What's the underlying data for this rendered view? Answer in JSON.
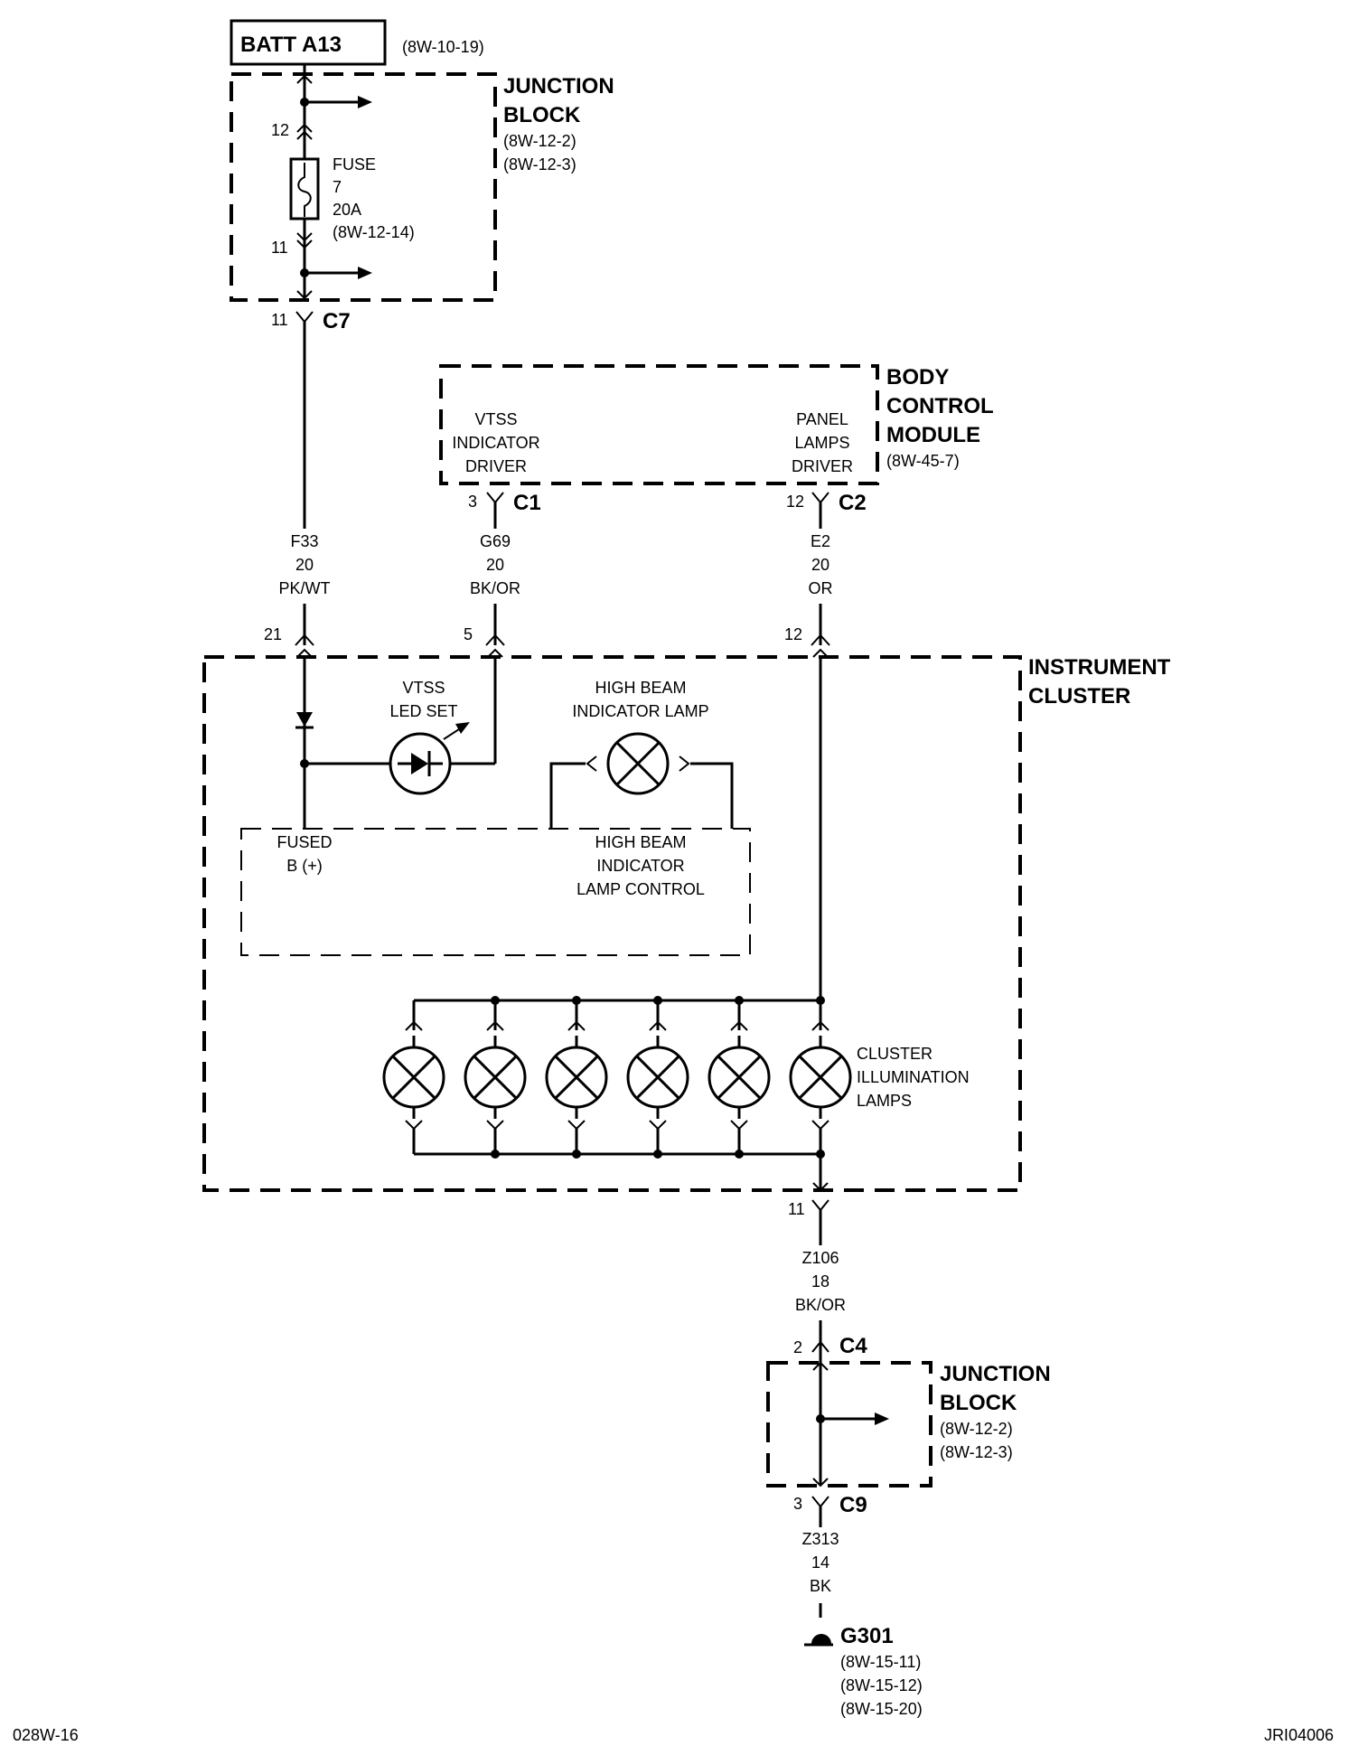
{
  "batt": {
    "label": "BATT A13",
    "ref": "(8W-10-19)"
  },
  "junction_block_top": {
    "title1": "JUNCTION",
    "title2": "BLOCK",
    "ref1": "(8W-12-2)",
    "ref2": "(8W-12-3)"
  },
  "fuse": {
    "label": "FUSE",
    "number": "7",
    "rating": "20A",
    "ref": "(8W-12-14)",
    "pin_in": "12",
    "pin_out": "11"
  },
  "connector_c7": {
    "pin": "11",
    "name": "C7"
  },
  "bcm": {
    "title1": "BODY",
    "title2": "CONTROL",
    "title3": "MODULE",
    "ref": "(8W-45-7)",
    "vtss1": "VTSS",
    "vtss2": "INDICATOR",
    "vtss3": "DRIVER",
    "panel1": "PANEL",
    "panel2": "LAMPS",
    "panel3": "DRIVER",
    "c1_pin": "3",
    "c1_name": "C1",
    "c2_pin": "12",
    "c2_name": "C2"
  },
  "wires": {
    "f33": {
      "circuit": "F33",
      "gauge": "20",
      "color": "PK/WT"
    },
    "g69": {
      "circuit": "G69",
      "gauge": "20",
      "color": "BK/OR"
    },
    "e2": {
      "circuit": "E2",
      "gauge": "20",
      "color": "OR"
    },
    "z106": {
      "circuit": "Z106",
      "gauge": "18",
      "color": "BK/OR"
    },
    "z313": {
      "circuit": "Z313",
      "gauge": "14",
      "color": "BK"
    }
  },
  "instrument_cluster": {
    "title1": "INSTRUMENT",
    "title2": "CLUSTER",
    "pin_21": "21",
    "pin_5": "5",
    "pin_12": "12",
    "pin_11": "11",
    "vtss_led1": "VTSS",
    "vtss_led2": "LED SET",
    "hb_lamp1": "HIGH BEAM",
    "hb_lamp2": "INDICATOR LAMP",
    "fused1": "FUSED",
    "fused2": "B (+)",
    "hb_ctrl1": "HIGH BEAM",
    "hb_ctrl2": "INDICATOR",
    "hb_ctrl3": "LAMP CONTROL",
    "illum1": "CLUSTER",
    "illum2": "ILLUMINATION",
    "illum3": "LAMPS"
  },
  "junction_block_bottom": {
    "title1": "JUNCTION",
    "title2": "BLOCK",
    "ref1": "(8W-12-2)",
    "ref2": "(8W-12-3)",
    "c4_pin": "2",
    "c4_name": "C4",
    "c9_pin": "3",
    "c9_name": "C9"
  },
  "ground": {
    "name": "G301",
    "ref1": "(8W-15-11)",
    "ref2": "(8W-15-12)",
    "ref3": "(8W-15-20)"
  },
  "footer": {
    "left": "028W-16",
    "right": "JRI04006"
  }
}
